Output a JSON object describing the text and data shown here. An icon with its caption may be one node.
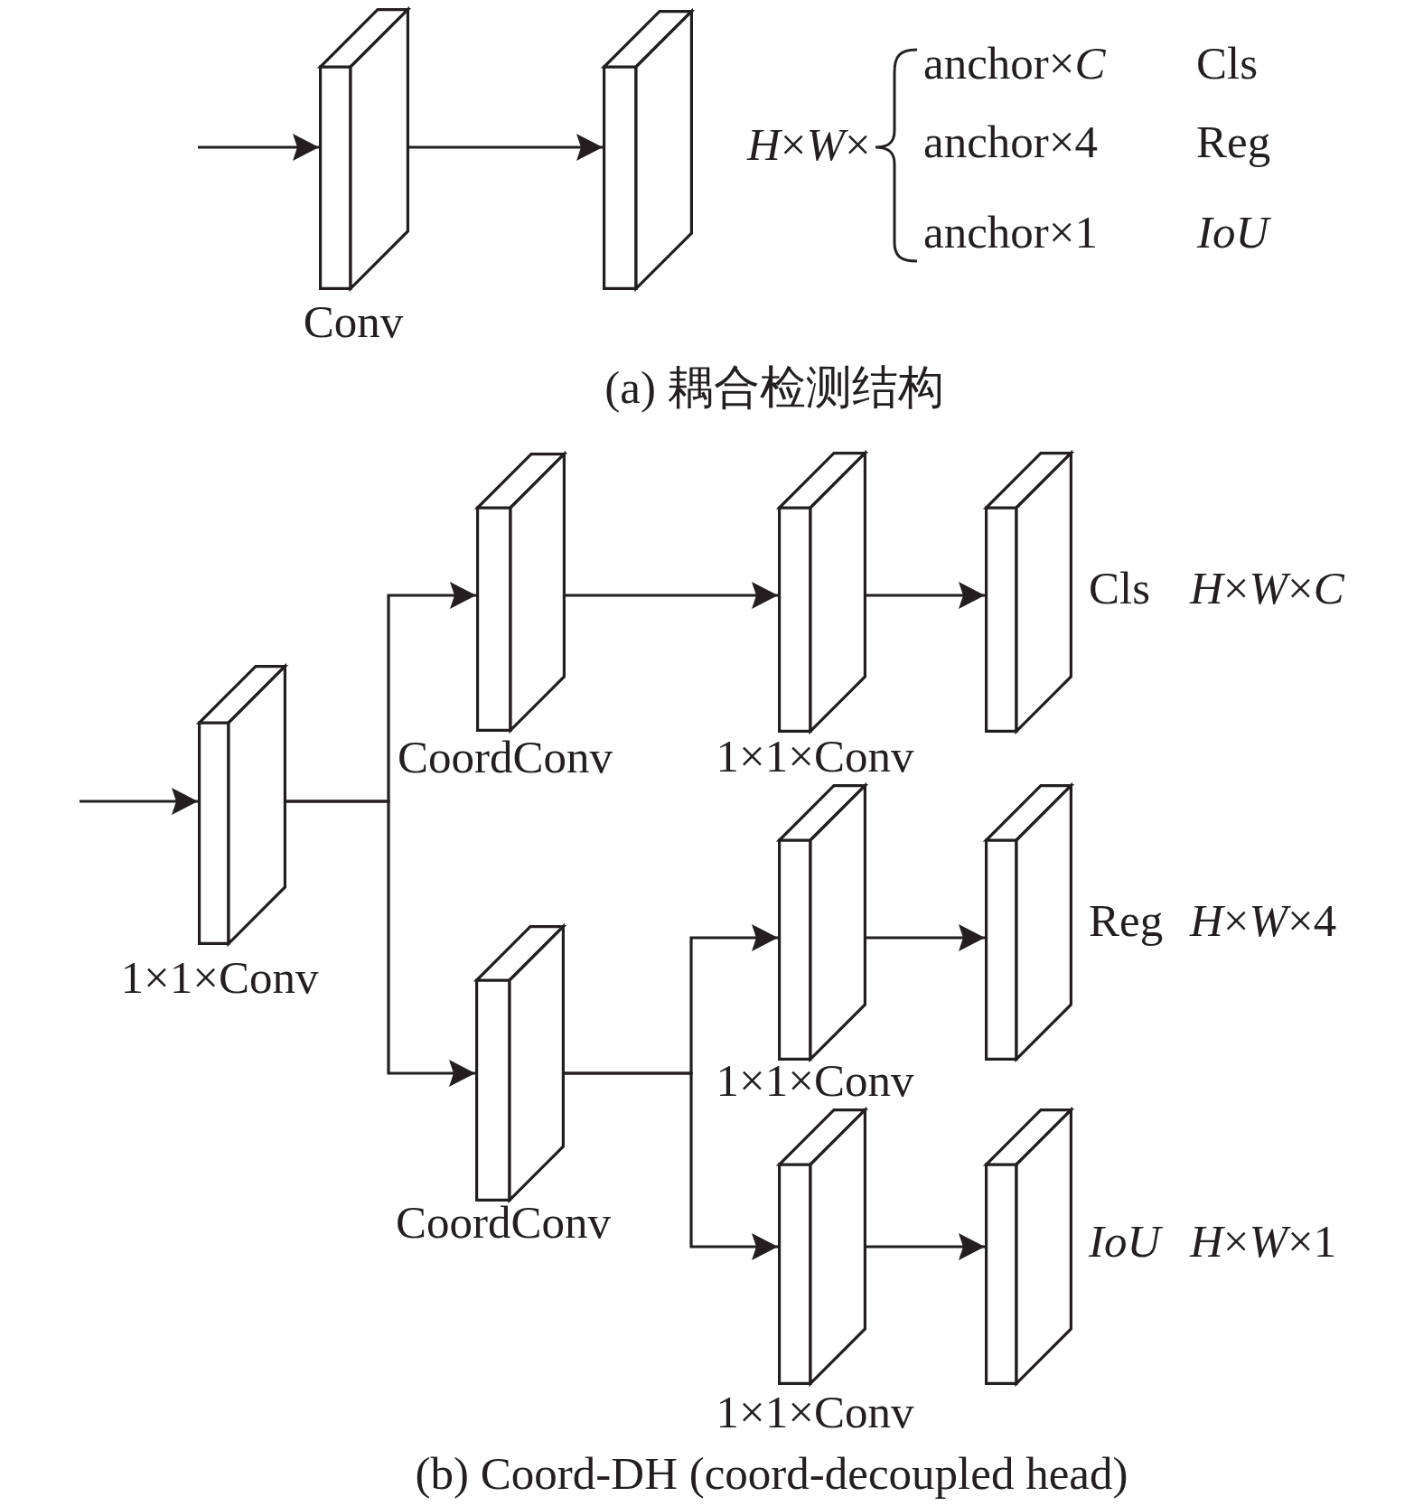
{
  "diagram": {
    "nodes": [
      {
        "text": [
          "Conv"
        ]
      },
      {
        "text": [],
        "shape": "box"
      },
      {
        "text": [
          "1×1×Conv"
        ]
      },
      {
        "text": [
          "CoordConv"
        ]
      },
      {
        "text": [
          "CoordConv"
        ]
      },
      {
        "text": [
          "1×1×Conv"
        ]
      },
      {
        "text": [
          "1×1×Conv"
        ]
      },
      {
        "text": [
          "1×1×Conv"
        ]
      },
      {
        "text": [],
        "shape": "box",
        "beside": [
          "Cls",
          "*H*×*W*×*C*"
        ]
      },
      {
        "text": [],
        "shape": "box",
        "beside": [
          "Reg",
          "*H*×*W*×4"
        ]
      },
      {
        "text": [],
        "shape": "box",
        "beside": [
          "IoU",
          "*H*×*W*×1"
        ]
      }
    ],
    "edges": [
      {
        "from": null,
        "to": 0,
        "arrow": "to"
      },
      {
        "from": 0,
        "to": 1,
        "arrow": "to"
      },
      {
        "from": null,
        "to": 2,
        "arrow": "to"
      },
      {
        "from": 2,
        "to": 3,
        "arrow": "to"
      },
      {
        "from": 2,
        "to": 4,
        "arrow": "to"
      },
      {
        "from": 3,
        "to": 5,
        "arrow": "to"
      },
      {
        "from": 5,
        "to": 8,
        "arrow": "to"
      },
      {
        "from": 4,
        "to": 6,
        "arrow": "to"
      },
      {
        "from": 4,
        "to": 7,
        "arrow": "to"
      },
      {
        "from": 6,
        "to": 9,
        "arrow": "to"
      },
      {
        "from": 7,
        "to": 10,
        "arrow": "to"
      }
    ],
    "labels": [
      "*H*×*W*×",
      "anchor×*C*",
      "Cls",
      "anchor×4",
      "Reg",
      "anchor×1",
      "IoU",
      "(a) 耦合检测结构",
      "(b) Coord-DH (coord-decoupled head)"
    ]
  }
}
